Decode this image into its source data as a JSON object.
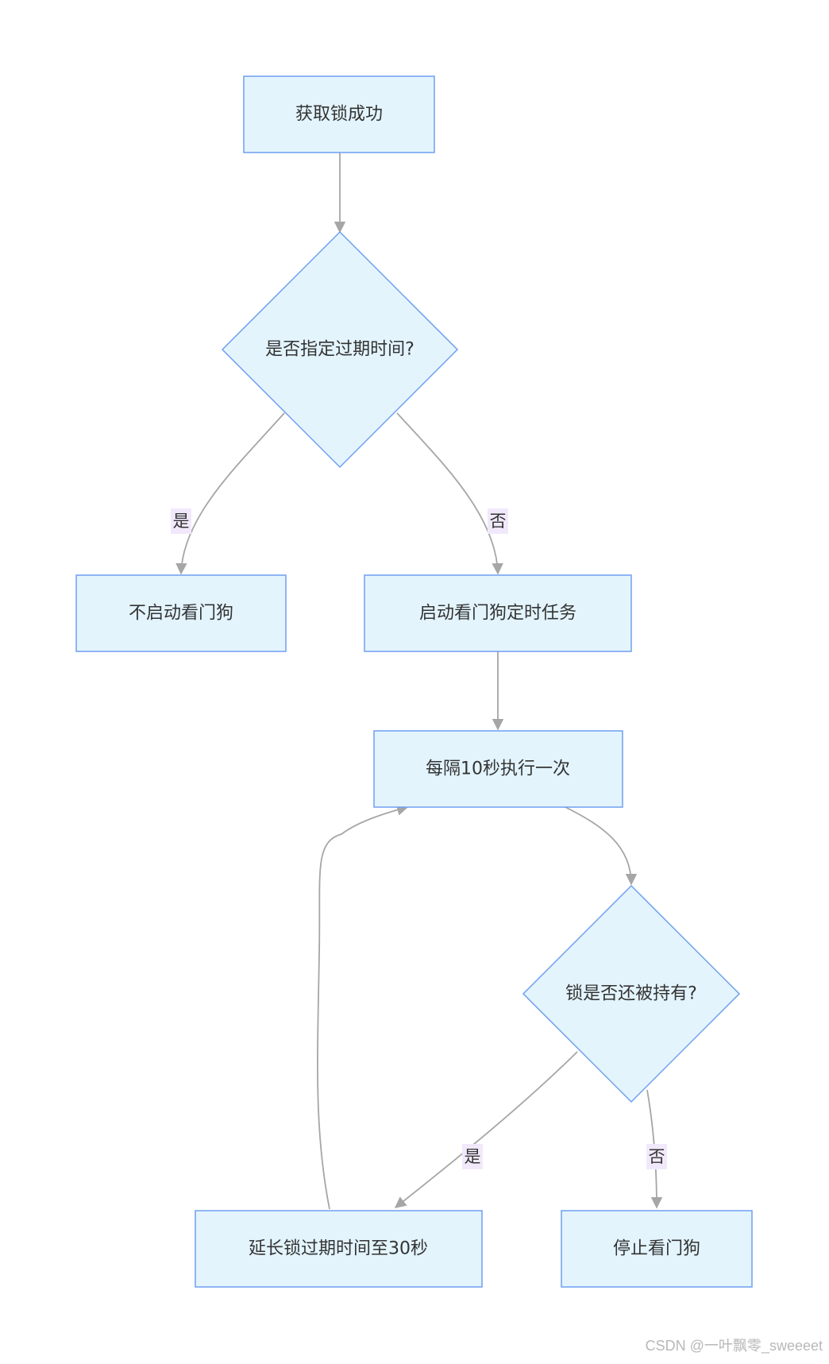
{
  "diagram": {
    "nodes": {
      "acquire": "获取锁成功",
      "decision_expire": "是否指定过期时间?",
      "no_watchdog": "不启动看门狗",
      "start_watchdog": "启动看门狗定时任务",
      "every_10s": "每隔10秒执行一次",
      "decision_held": "锁是否还被持有?",
      "extend": "延长锁过期时间至30秒",
      "stop": "停止看门狗"
    },
    "edge_labels": {
      "yes_1": "是",
      "no_1": "否",
      "yes_2": "是",
      "no_2": "否"
    }
  },
  "watermark": "CSDN @一叶飘零_sweeeet",
  "colors": {
    "node_fill": "#e3f4fd",
    "node_stroke": "#6f9ff0",
    "edge": "#a6a6a6",
    "edge_label_bg": "#f1e9fb"
  }
}
